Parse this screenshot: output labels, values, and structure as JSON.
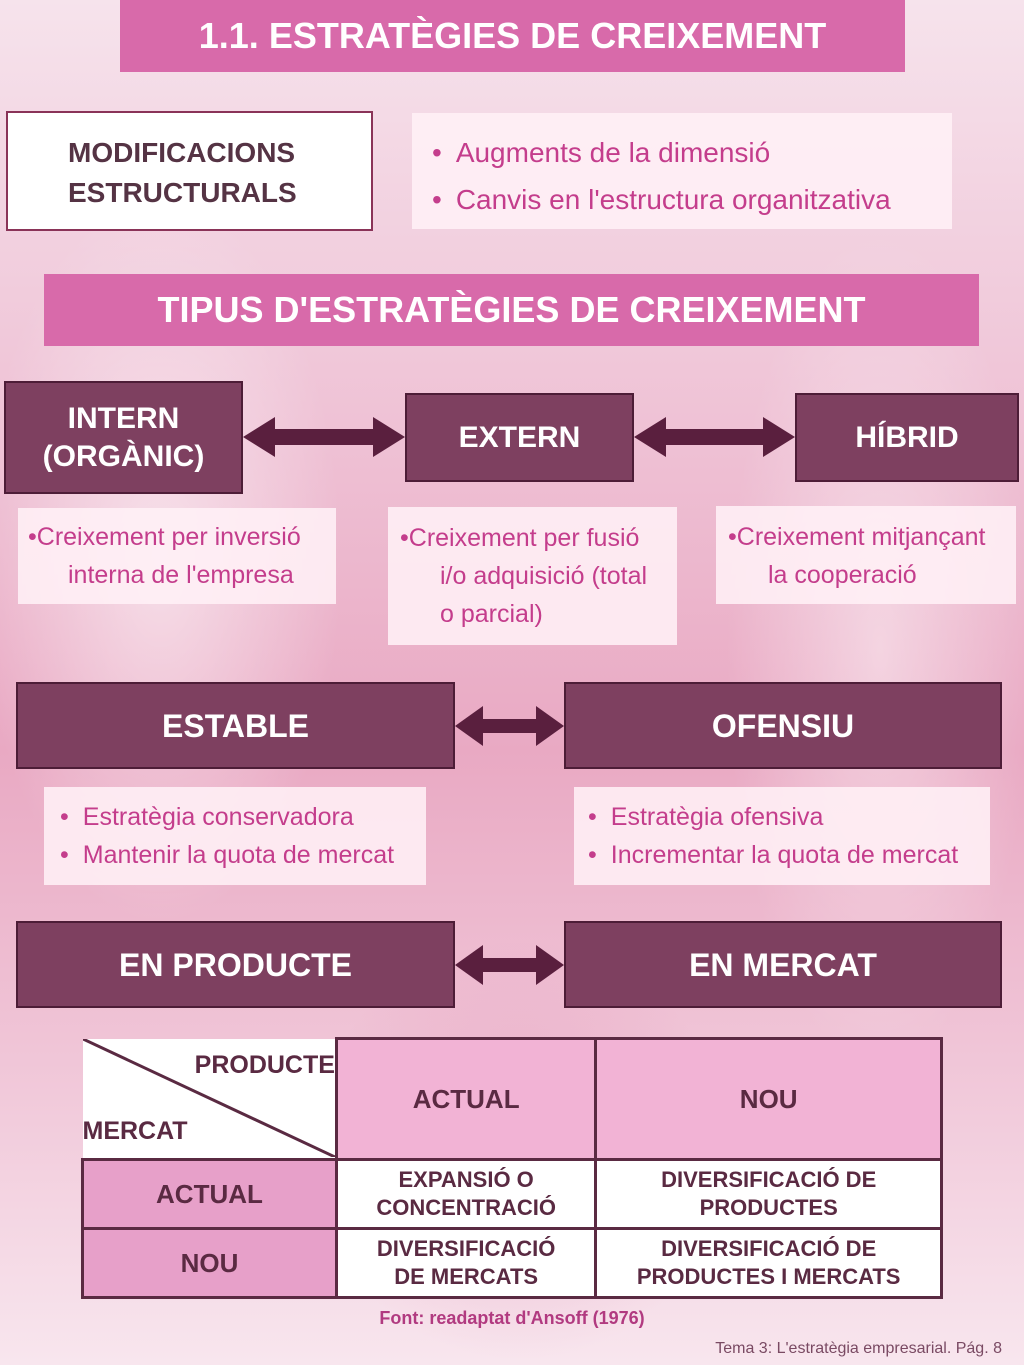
{
  "title": "1.1. ESTRATÈGIES DE CREIXEMENT",
  "modifications": {
    "label_line1": "MODIFICACIONS",
    "label_line2": "ESTRUCTURALS",
    "items": [
      "Augments de la dimensió",
      "Canvis en l'estructura organitzativa"
    ]
  },
  "subtitle": "TIPUS D'ESTRATÈGIES DE CREIXEMENT",
  "growth_types": {
    "intern": {
      "line1": "INTERN",
      "line2": "(ORGÀNIC)",
      "desc_line1": "Creixement per inversió",
      "desc_line2": "interna de l'empresa"
    },
    "extern": {
      "label": "EXTERN",
      "desc_line1": "Creixement per fusió",
      "desc_line2": "i/o adquisició (total",
      "desc_line3": "o parcial)"
    },
    "hibrid": {
      "label": "HÍBRID",
      "desc_line1": "Creixement mitjançant",
      "desc_line2": "la cooperació"
    }
  },
  "posture": {
    "estable": {
      "label": "ESTABLE",
      "items": [
        "Estratègia conservadora",
        "Mantenir la quota de mercat"
      ]
    },
    "ofensiu": {
      "label": "OFENSIU",
      "items": [
        "Estratègia ofensiva",
        "Incrementar la quota de mercat"
      ]
    }
  },
  "direction": {
    "producte": "EN PRODUCTE",
    "mercat": "EN MERCAT"
  },
  "matrix": {
    "corner_product": "PRODUCTE",
    "corner_market": "MERCAT",
    "col_actual": "ACTUAL",
    "col_nou": "NOU",
    "row_actual": "ACTUAL",
    "row_nou": "NOU",
    "c11_line1": "EXPANSIÓ O",
    "c11_line2": "CONCENTRACIÓ",
    "c12_line1": "DIVERSIFICACIÓ DE",
    "c12_line2": "PRODUCTES",
    "c21_line1": "DIVERSIFICACIÓ",
    "c21_line2": "DE MERCATS",
    "c22_line1": "DIVERSIFICACIÓ DE",
    "c22_line2": "PRODUCTES I MERCATS"
  },
  "source": "Font: readaptat d'Ansoff (1976)",
  "footer": "Tema 3: L'estratègia empresarial. Pág. 8",
  "colors": {
    "pink_bar": "#d86aaa",
    "dark_box": "#7e4060",
    "bullet_text": "#c43d8c"
  },
  "bullet": "•"
}
